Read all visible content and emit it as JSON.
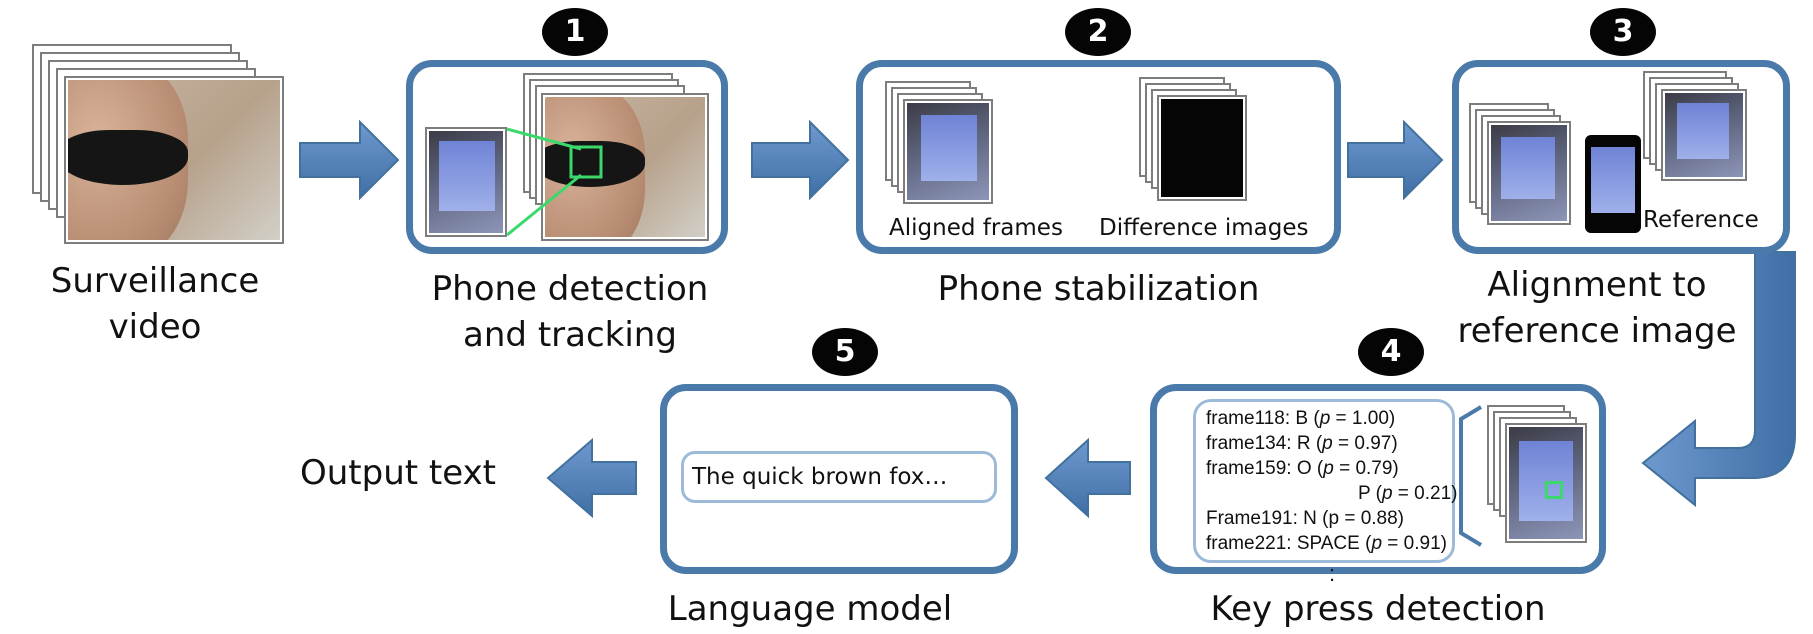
{
  "badges": [
    "1",
    "2",
    "3",
    "4",
    "5"
  ],
  "captions": {
    "surveillance": "Surveillance video",
    "detection_line1": "Phone detection",
    "detection_line2": "and tracking",
    "stabilization": "Phone stabilization",
    "alignment_line1": "Alignment to",
    "alignment_line2": "reference image",
    "keypress": "Key press detection",
    "language": "Language model",
    "output": "Output text"
  },
  "stabilization_box": {
    "aligned_label": "Aligned frames",
    "difference_label": "Difference images"
  },
  "alignment_box": {
    "reference_label": "Reference"
  },
  "keypress_box": {
    "lines": [
      {
        "frame": "frame118: B (",
        "p": "p",
        "rest": " = 1.00)"
      },
      {
        "frame": "frame134: R (",
        "p": "p",
        "rest": " = 0.97)"
      },
      {
        "frame": "frame159: O (",
        "p": "p",
        "rest": " = 0.79)"
      },
      {
        "frame": "P (",
        "p": "p",
        "rest": " = 0.21)"
      },
      {
        "frame": "Frame191: N (p = 0.88)",
        "p": "",
        "rest": ""
      },
      {
        "frame": "frame221: SPACE (",
        "p": "p",
        "rest": " = 0.91)"
      }
    ],
    "ellipsis": ":"
  },
  "language_box": {
    "text": "The quick brown fox…"
  },
  "colors": {
    "arrow_fill": "#4f81bd",
    "box_border": "#4a7aaa",
    "highlight": "#3bd96b",
    "badge": "#050505"
  }
}
